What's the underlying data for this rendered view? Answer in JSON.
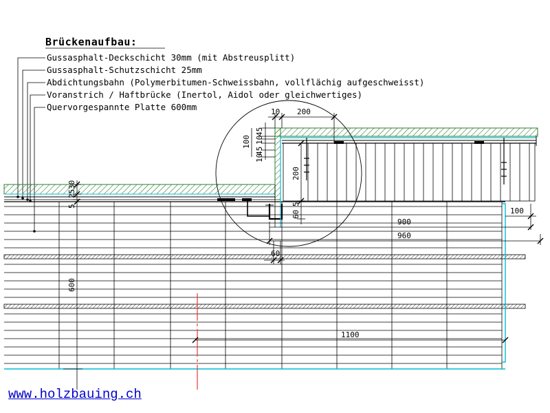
{
  "title": "Brückenaufbau:",
  "layers": [
    "Gussasphalt-Deckschicht 30mm (mit Abstreusplitt)",
    "Gussasphalt-Schutzschicht 25mm",
    "Abdichtungsbahn (Polymerbitumen-Schweissbahn, vollflächig aufgeschweisst)",
    "Voranstrich / Haftbrücke (Inertol, Aidol oder gleichwertiges)",
    "Quervorgespannte Platte 600mm"
  ],
  "dimensions": {
    "d10": "10",
    "d200_top": "200",
    "d45_a": "45",
    "d10_b": "10",
    "d100": "100",
    "d45_c": "45",
    "d10_d": "10",
    "d200_v": "200",
    "d5_a": "5",
    "d60_a": "60",
    "d5_left": "5",
    "d25": "25",
    "d30": "30",
    "d100_right": "100",
    "d900": "900",
    "d960": "960",
    "d60_b": "60",
    "d600": "600",
    "d1100": "1100"
  },
  "link": "www.holzbauing.ch",
  "colors": {
    "hatch": "#2e7d32",
    "accent": "#00bcd4",
    "axis": "#e53935",
    "ink": "#000000",
    "link": "#0000cc"
  }
}
